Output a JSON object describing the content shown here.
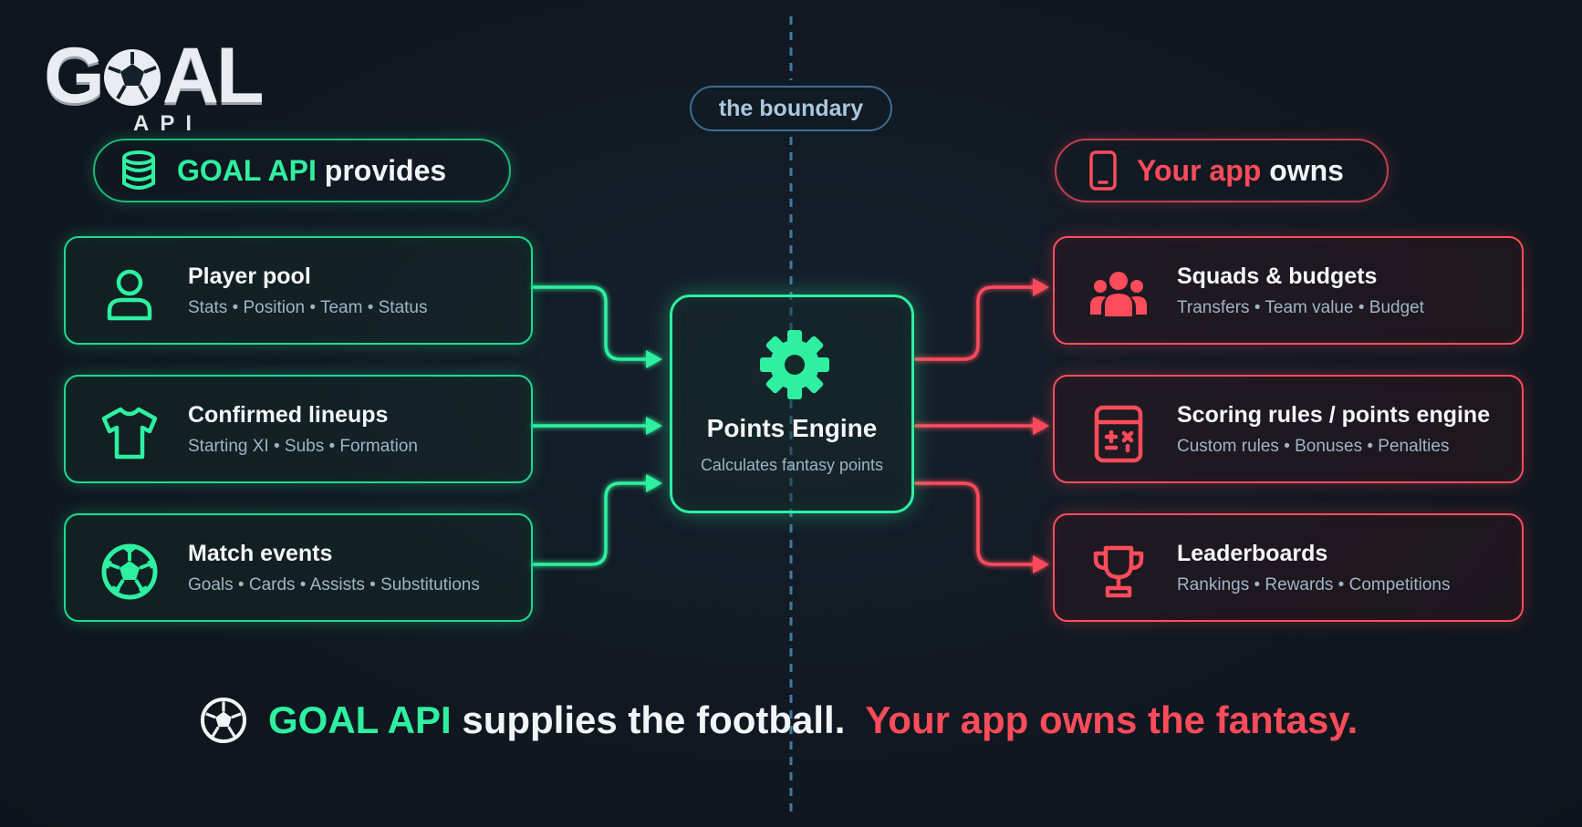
{
  "logo": {
    "word_left": "G",
    "word_right": "AL",
    "sub": "API"
  },
  "boundary_label": "the boundary",
  "left_header": {
    "highlight": "GOAL API",
    "rest": "provides",
    "icon": "database-icon"
  },
  "right_header": {
    "highlight": "Your app",
    "rest": "owns",
    "icon": "phone-icon"
  },
  "inputs": [
    {
      "title": "Player pool",
      "subtitle": "Stats • Position • Team • Status",
      "icon": "user-icon"
    },
    {
      "title": "Confirmed lineups",
      "subtitle": "Starting XI • Subs • Formation",
      "icon": "jersey-icon"
    },
    {
      "title": "Match events",
      "subtitle": "Goals • Cards • Assists • Substitutions",
      "icon": "soccer-ball-icon"
    }
  ],
  "engine": {
    "title": "Points Engine",
    "subtitle": "Calculates fantasy points",
    "icon": "gear-icon"
  },
  "outputs": [
    {
      "title": "Squads & budgets",
      "subtitle": "Transfers • Team value • Budget",
      "icon": "users-group-icon"
    },
    {
      "title": "Scoring rules / points engine",
      "subtitle": "Custom rules • Bonuses • Penalties",
      "icon": "calculator-icon"
    },
    {
      "title": "Leaderboards",
      "subtitle": "Rankings • Rewards • Competitions",
      "icon": "trophy-icon"
    }
  ],
  "footer": {
    "part1": "GOAL API",
    "part2": " supplies the football.",
    "part3": "Your app owns the fantasy.",
    "icon": "soccer-ball-icon"
  },
  "colors": {
    "green": "#2ef0a0",
    "red": "#ff4c5b",
    "boundary": "#3a6f93",
    "background": "#111821"
  }
}
